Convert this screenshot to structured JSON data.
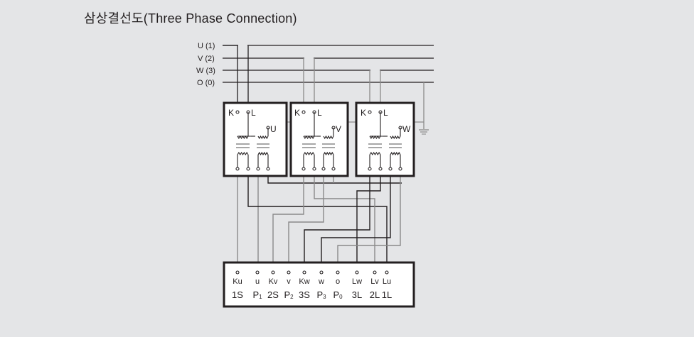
{
  "title": "삼상결선도(Three Phase Connection)",
  "bus_lines": [
    {
      "label": "U (1)"
    },
    {
      "label": "V (2)"
    },
    {
      "label": "W (3)"
    },
    {
      "label": "O (0)"
    }
  ],
  "transformers": [
    {
      "k_label": "K",
      "l_label": "L",
      "phase_label": "U"
    },
    {
      "k_label": "K",
      "l_label": "L",
      "phase_label": "V"
    },
    {
      "k_label": "K",
      "l_label": "L",
      "phase_label": "W"
    }
  ],
  "terminal_block": {
    "top_labels": [
      "Ku",
      "u",
      "Kv",
      "v",
      "Kw",
      "w",
      "o",
      "Lw",
      "Lv",
      "Lu"
    ],
    "bottom_labels": [
      {
        "main": "1S",
        "sub": ""
      },
      {
        "main": "P",
        "sub": "1"
      },
      {
        "main": "2S",
        "sub": ""
      },
      {
        "main": "P",
        "sub": "2"
      },
      {
        "main": "3S",
        "sub": ""
      },
      {
        "main": "P",
        "sub": "3"
      },
      {
        "main": "P",
        "sub": "0"
      },
      {
        "main": "3L",
        "sub": ""
      },
      {
        "main": "2L",
        "sub": ""
      },
      {
        "main": "1L",
        "sub": ""
      }
    ]
  },
  "colors": {
    "background": "#e4e5e7",
    "line_dark": "#231f20",
    "line_gray": "#8a8a8a",
    "box_fill": "#ffffff"
  }
}
